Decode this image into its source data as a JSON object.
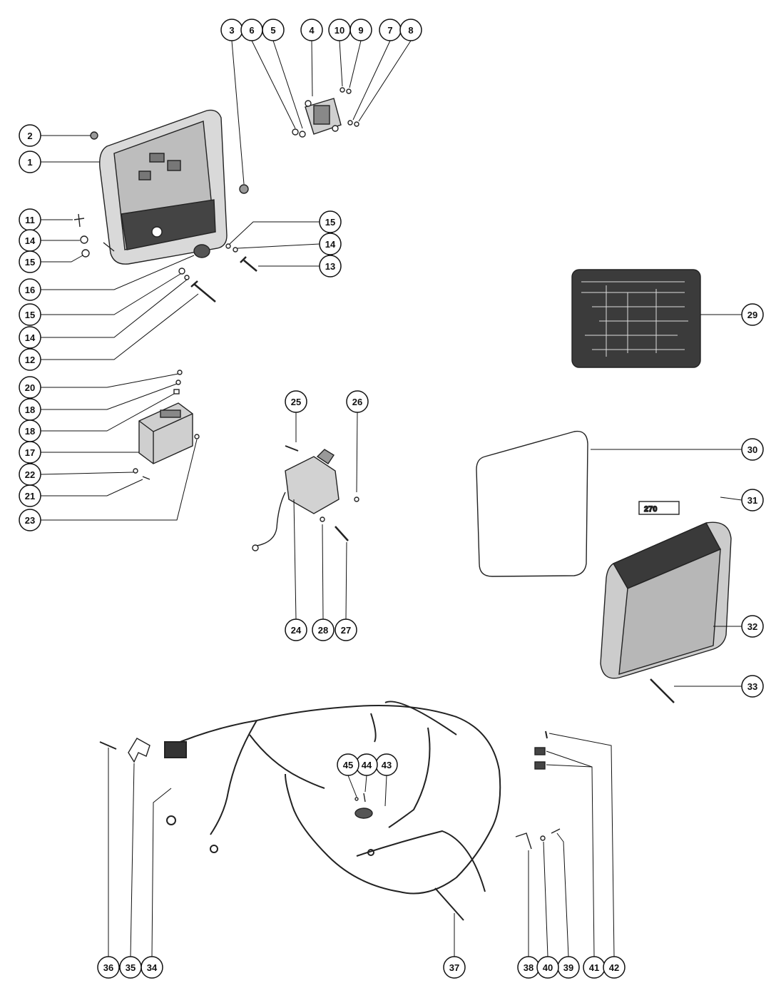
{
  "parts": [
    {
      "id": "1",
      "label": "1"
    },
    {
      "id": "2",
      "label": "2"
    },
    {
      "id": "3",
      "label": "3"
    },
    {
      "id": "4",
      "label": "4"
    },
    {
      "id": "5",
      "label": "5"
    },
    {
      "id": "6",
      "label": "6"
    },
    {
      "id": "7",
      "label": "7"
    },
    {
      "id": "8",
      "label": "8"
    },
    {
      "id": "9",
      "label": "9"
    },
    {
      "id": "10",
      "label": "10"
    },
    {
      "id": "11",
      "label": "11"
    },
    {
      "id": "12",
      "label": "12"
    },
    {
      "id": "13",
      "label": "13"
    },
    {
      "id": "14a",
      "label": "14"
    },
    {
      "id": "14b",
      "label": "14"
    },
    {
      "id": "14c",
      "label": "14"
    },
    {
      "id": "15a",
      "label": "15"
    },
    {
      "id": "15b",
      "label": "15"
    },
    {
      "id": "15c",
      "label": "15"
    },
    {
      "id": "16",
      "label": "16"
    },
    {
      "id": "17",
      "label": "17"
    },
    {
      "id": "18a",
      "label": "18"
    },
    {
      "id": "18b",
      "label": "18"
    },
    {
      "id": "20",
      "label": "20"
    },
    {
      "id": "21",
      "label": "21"
    },
    {
      "id": "22",
      "label": "22"
    },
    {
      "id": "23",
      "label": "23"
    },
    {
      "id": "24",
      "label": "24"
    },
    {
      "id": "25",
      "label": "25"
    },
    {
      "id": "26",
      "label": "26"
    },
    {
      "id": "27",
      "label": "27"
    },
    {
      "id": "28",
      "label": "28"
    },
    {
      "id": "29",
      "label": "29"
    },
    {
      "id": "30",
      "label": "30"
    },
    {
      "id": "31",
      "label": "31"
    },
    {
      "id": "32",
      "label": "32"
    },
    {
      "id": "33",
      "label": "33"
    },
    {
      "id": "34",
      "label": "34"
    },
    {
      "id": "35",
      "label": "35"
    },
    {
      "id": "36",
      "label": "36"
    },
    {
      "id": "37",
      "label": "37"
    },
    {
      "id": "38",
      "label": "38"
    },
    {
      "id": "39",
      "label": "39"
    },
    {
      "id": "40",
      "label": "40"
    },
    {
      "id": "41",
      "label": "41"
    },
    {
      "id": "42",
      "label": "42"
    },
    {
      "id": "43",
      "label": "43"
    },
    {
      "id": "44",
      "label": "44"
    },
    {
      "id": "45",
      "label": "45"
    }
  ],
  "decal_text": "270"
}
